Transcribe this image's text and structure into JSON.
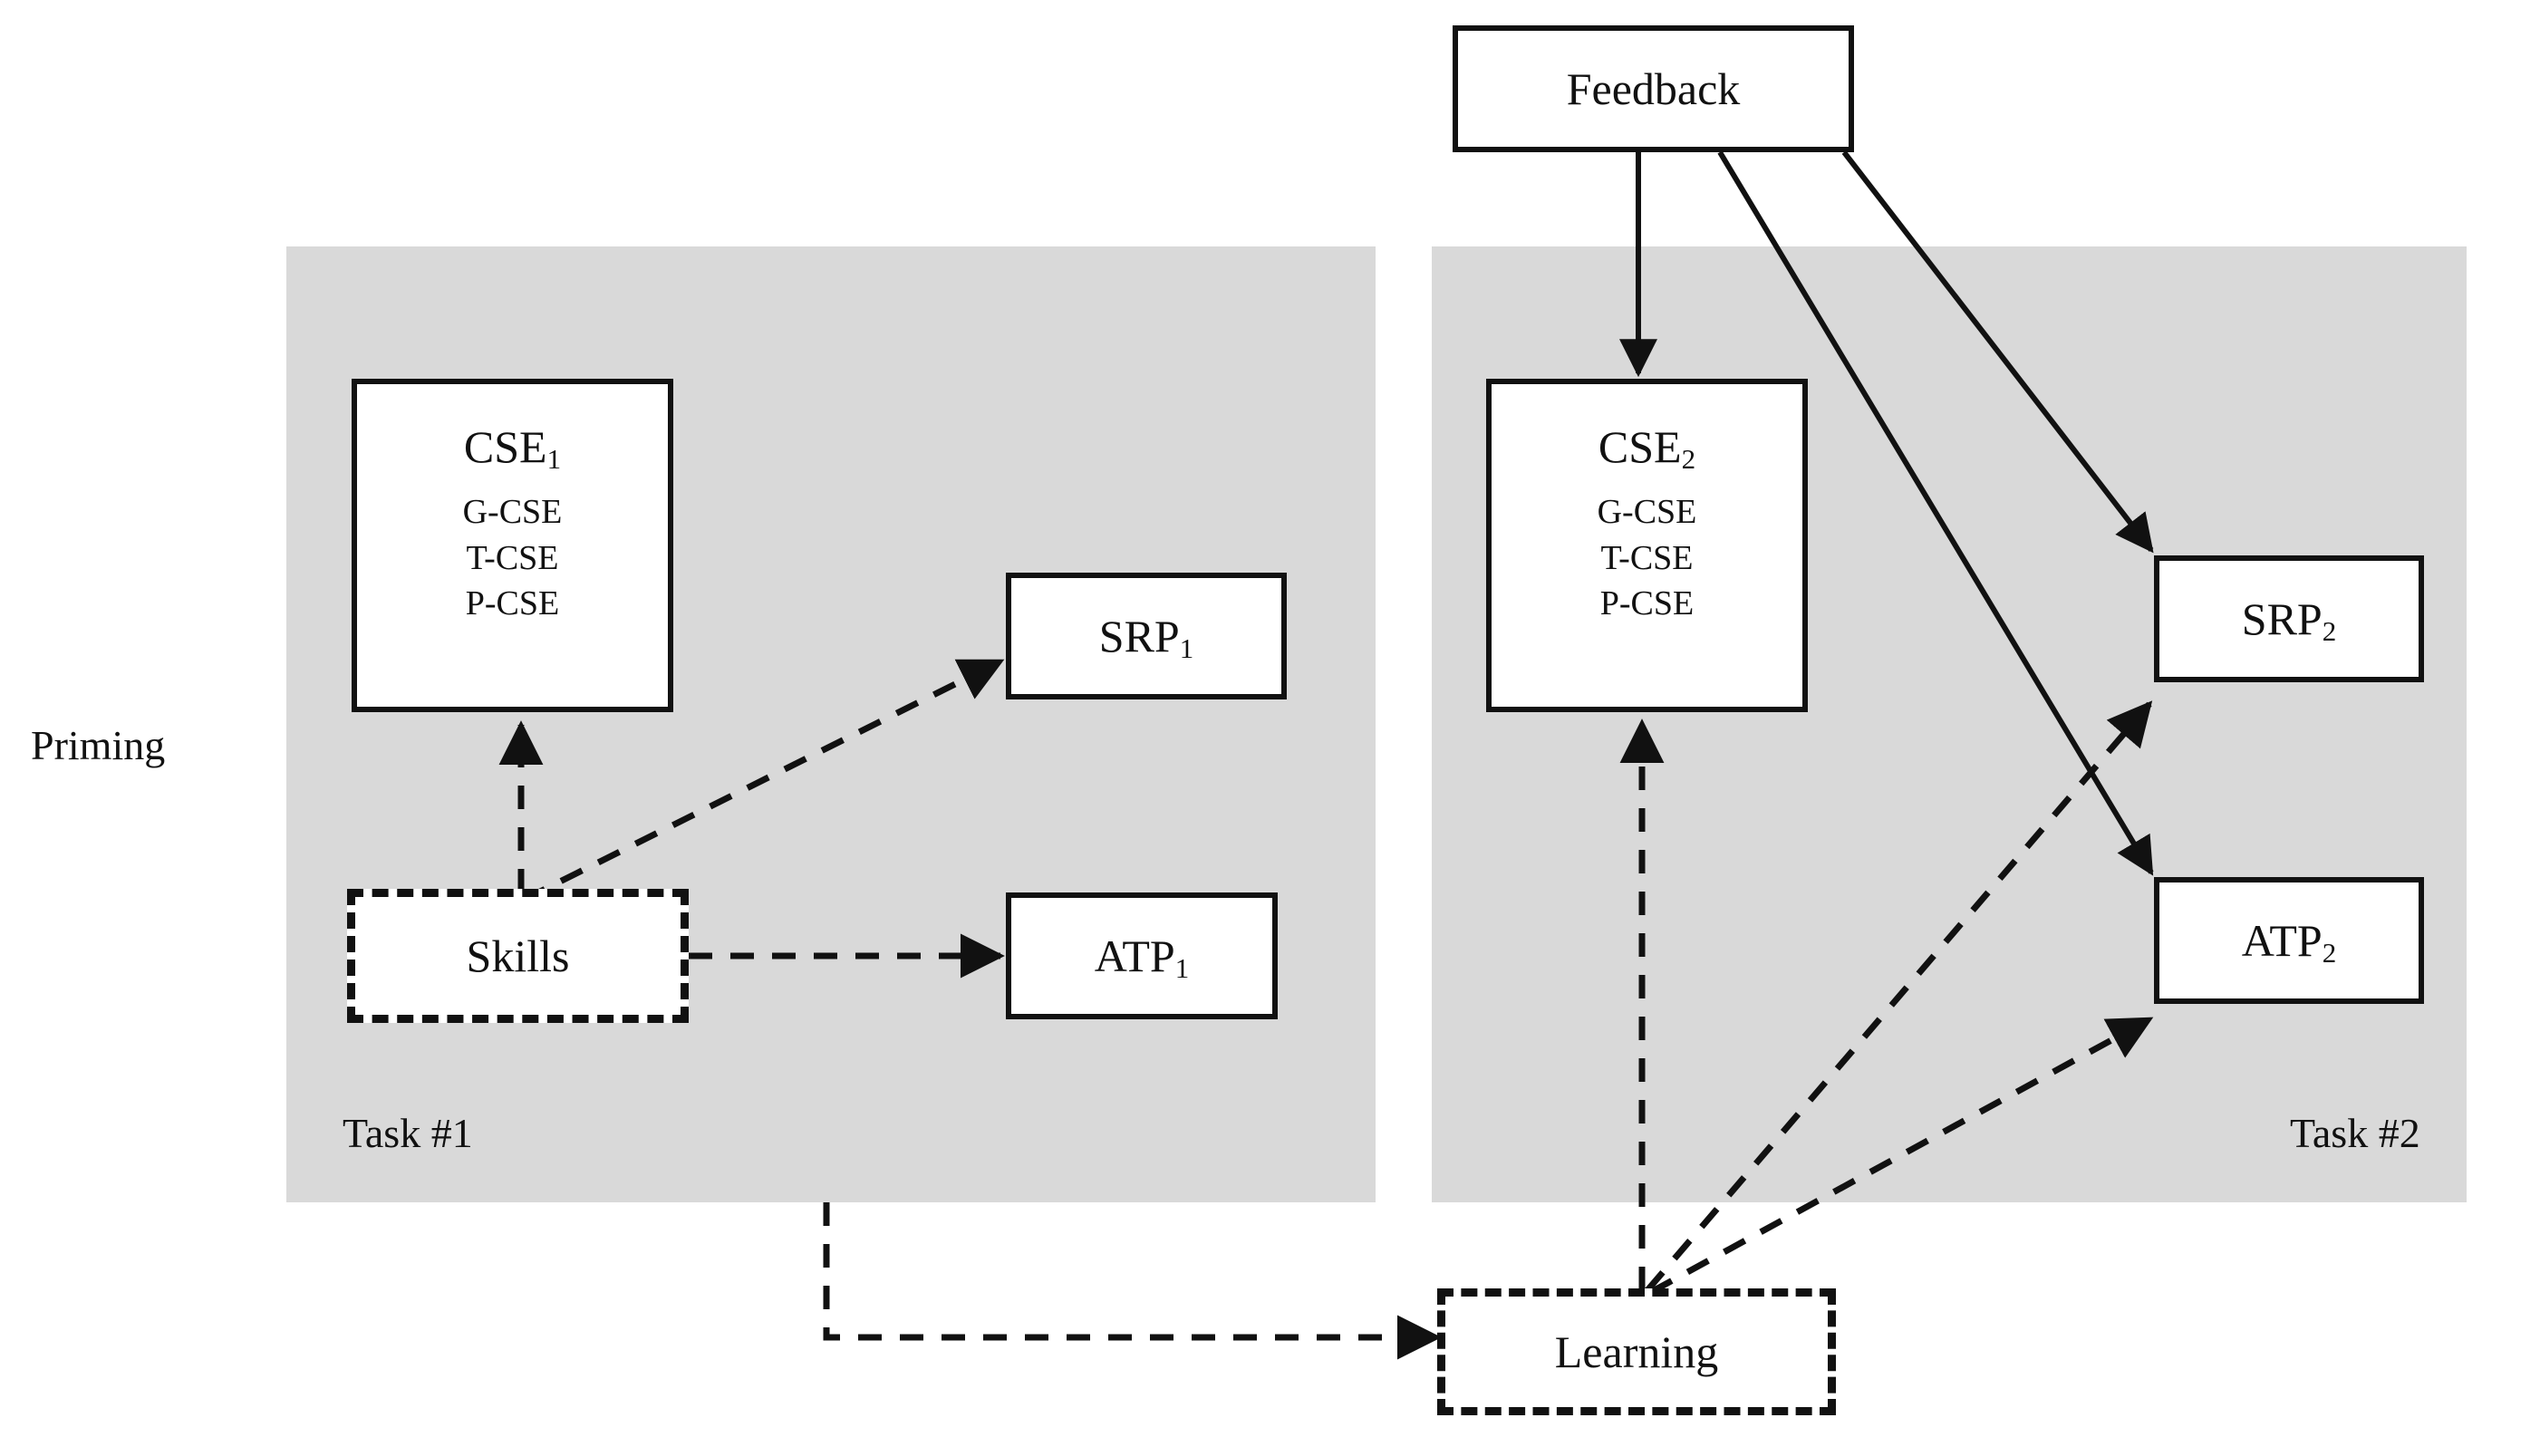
{
  "figure": {
    "type": "flow-diagram",
    "background_color": "#ffffff",
    "panel_color": "#d9d9d9",
    "line_color": "#111111"
  },
  "side_labels": [
    {
      "id": "priming",
      "text": "Priming"
    }
  ],
  "panels": [
    {
      "id": "task1",
      "label": "Task #1"
    },
    {
      "id": "task2",
      "label": "Task #2"
    }
  ],
  "nodes": {
    "feedback": {
      "title": "Feedback",
      "style": "solid",
      "subs": []
    },
    "cse1": {
      "title": "CSE",
      "subscript": "1",
      "style": "solid",
      "subs": [
        "G-CSE",
        "T-CSE",
        "P-CSE"
      ]
    },
    "cse2": {
      "title": "CSE",
      "subscript": "2",
      "style": "solid",
      "subs": [
        "G-CSE",
        "T-CSE",
        "P-CSE"
      ]
    },
    "srp1": {
      "title": "SRP",
      "subscript": "1",
      "style": "solid",
      "subs": []
    },
    "atp1": {
      "title": "ATP",
      "subscript": "1",
      "style": "solid",
      "subs": []
    },
    "srp2": {
      "title": "SRP",
      "subscript": "2",
      "style": "solid",
      "subs": []
    },
    "atp2": {
      "title": "ATP",
      "subscript": "2",
      "style": "solid",
      "subs": []
    },
    "skills": {
      "title": "Skills",
      "style": "dashed",
      "subs": []
    },
    "learning": {
      "title": "Learning",
      "style": "dashed",
      "subs": []
    }
  },
  "edges": [
    {
      "id": "skills-to-cse1",
      "from": "skills",
      "to": "cse1",
      "style": "dashed"
    },
    {
      "id": "skills-to-srp1",
      "from": "skills",
      "to": "srp1",
      "style": "dashed"
    },
    {
      "id": "skills-to-atp1",
      "from": "skills",
      "to": "atp1",
      "style": "dashed"
    },
    {
      "id": "task1-to-learning",
      "from": "task1",
      "to": "learning",
      "style": "dashed"
    },
    {
      "id": "feedback-to-cse2",
      "from": "feedback",
      "to": "cse2",
      "style": "solid"
    },
    {
      "id": "feedback-to-atp2",
      "from": "feedback",
      "to": "atp2",
      "style": "solid"
    },
    {
      "id": "feedback-to-srp2",
      "from": "feedback",
      "to": "srp2",
      "style": "solid"
    },
    {
      "id": "learning-to-cse2",
      "from": "learning",
      "to": "cse2",
      "style": "dashed"
    },
    {
      "id": "learning-to-srp2",
      "from": "learning",
      "to": "srp2",
      "style": "dashed"
    },
    {
      "id": "learning-to-atp2",
      "from": "learning",
      "to": "atp2",
      "style": "dashed"
    }
  ]
}
